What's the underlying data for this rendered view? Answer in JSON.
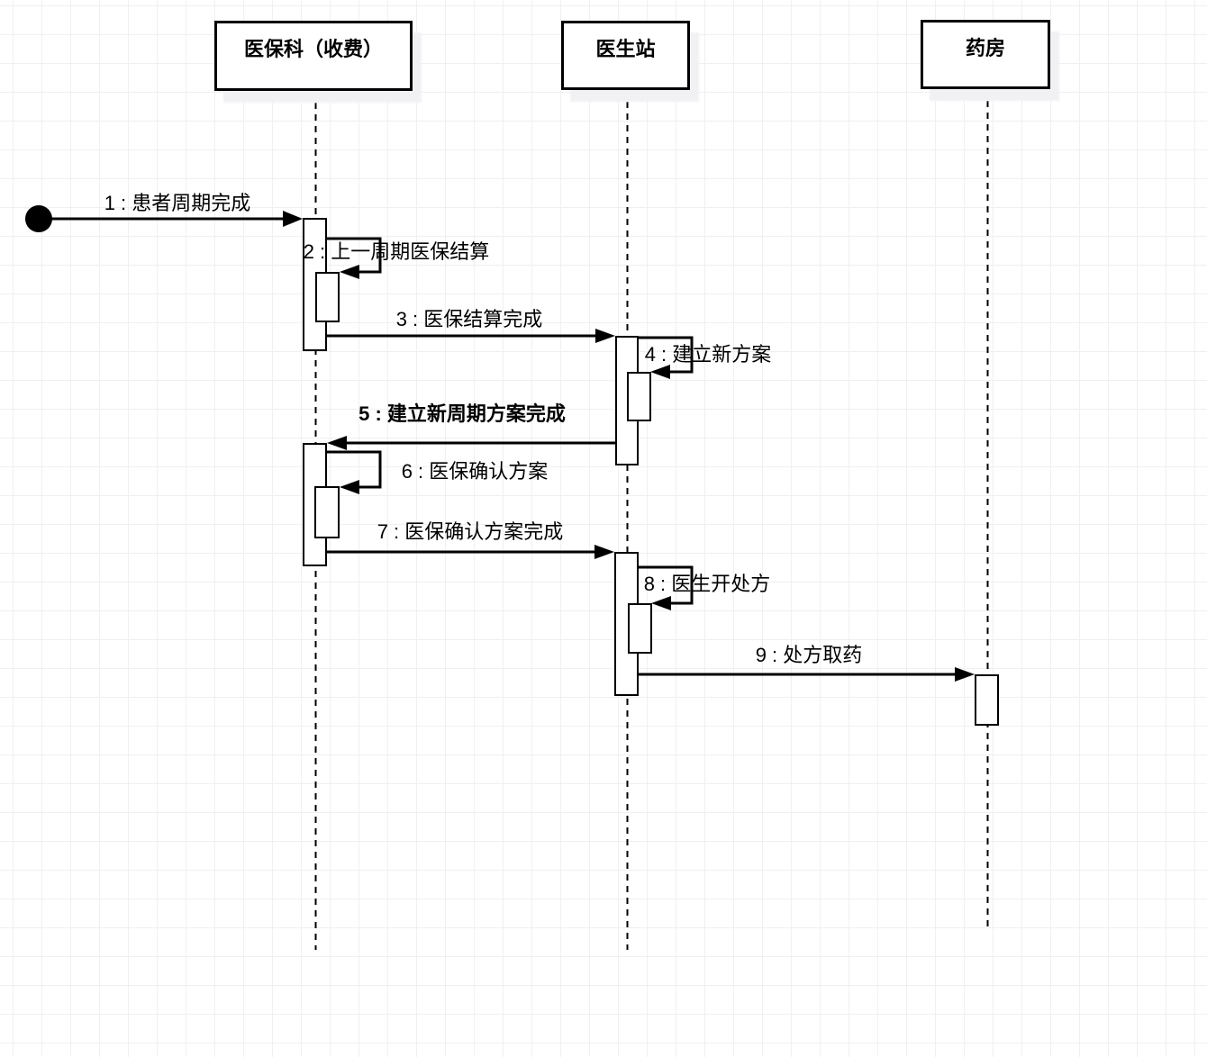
{
  "diagram": {
    "type": "uml-sequence",
    "actors": [
      {
        "label": "医保科（收费）"
      },
      {
        "label": "医生站"
      },
      {
        "label": "药房"
      }
    ],
    "start_node": {
      "shape": "filled-circle"
    },
    "messages": [
      {
        "num": 1,
        "label": "1 : 患者周期完成",
        "from": "start",
        "to": "医保科（收费）",
        "kind": "call"
      },
      {
        "num": 2,
        "label": "2 : 上一周期医保结算",
        "from": "医保科（收费）",
        "to": "医保科（收费）",
        "kind": "self-call"
      },
      {
        "num": 3,
        "label": "3 : 医保结算完成",
        "from": "医保科（收费）",
        "to": "医生站",
        "kind": "call"
      },
      {
        "num": 4,
        "label": "4 : 建立新方案",
        "from": "医生站",
        "to": "医生站",
        "kind": "self-call"
      },
      {
        "num": 5,
        "label": "5 : 建立新周期方案完成",
        "from": "医生站",
        "to": "医保科（收费）",
        "kind": "call",
        "emphasis": "bold"
      },
      {
        "num": 6,
        "label": "6 : 医保确认方案",
        "from": "医保科（收费）",
        "to": "医保科（收费）",
        "kind": "self-call"
      },
      {
        "num": 7,
        "label": "7 : 医保确认方案完成",
        "from": "医保科（收费）",
        "to": "医生站",
        "kind": "call"
      },
      {
        "num": 8,
        "label": "8 : 医生开处方",
        "from": "医生站",
        "to": "医生站",
        "kind": "self-call"
      },
      {
        "num": 9,
        "label": "9 : 处方取药",
        "from": "医生站",
        "to": "药房",
        "kind": "call"
      }
    ],
    "colors": {
      "stroke": "#000000",
      "shape_fill": "#ffffff",
      "background": "#ffffff",
      "grid_line": "#eef0f2",
      "shadow": "#f1f1f4"
    }
  }
}
